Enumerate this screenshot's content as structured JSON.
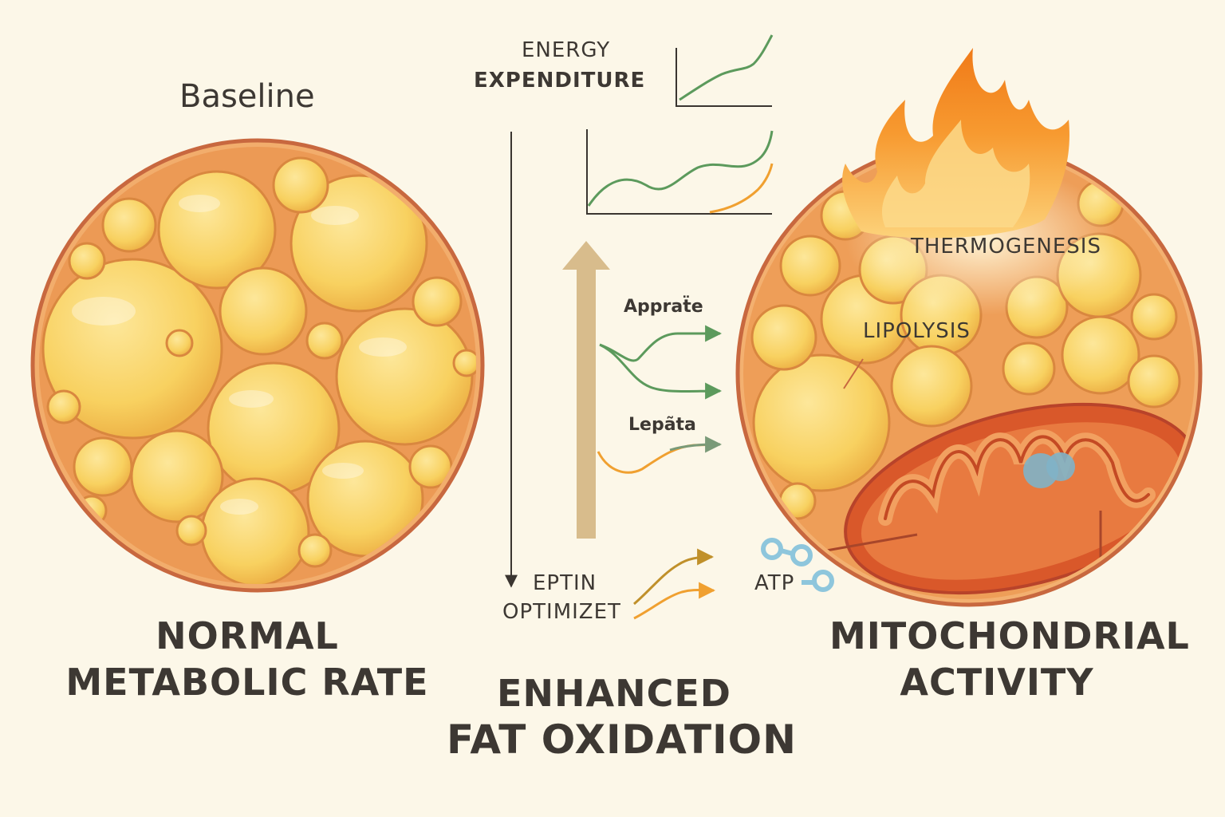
{
  "left": {
    "title": "Baseline",
    "caption_line1": "NORMAL",
    "caption_line2": "METABOLIC RATE"
  },
  "center": {
    "energy_line1": "ENERGY",
    "energy_line2": "EXPENDITURE",
    "appetite_label": "Appraẗe",
    "leptin_label": "Lepãta",
    "eptin_line1": "EPTIN",
    "eptin_line2": "OPTIMIZET",
    "caption_line1": "ENHANCED",
    "caption_line2": "FAT OXIDATION"
  },
  "right": {
    "thermogenesis_label": "THERMOGENESIS",
    "lipolysis_label": "LIPOLYSIS",
    "atp_label": "ATP",
    "caption_line1": "MITOCHONDRIAL",
    "caption_line2": "ACTIVITY"
  },
  "colors": {
    "background": "#fcf7e8",
    "cell_fill": "#f8d460",
    "tissue": "#ee9a55",
    "rim": "#c96a40",
    "green_line": "#5c9a5c",
    "orange_line": "#f0a030",
    "arrow": "#d8bc8c",
    "flame": "#f58a20",
    "mitochondrion": "#d9582a",
    "atp_molecule": "#8ec6dc"
  }
}
